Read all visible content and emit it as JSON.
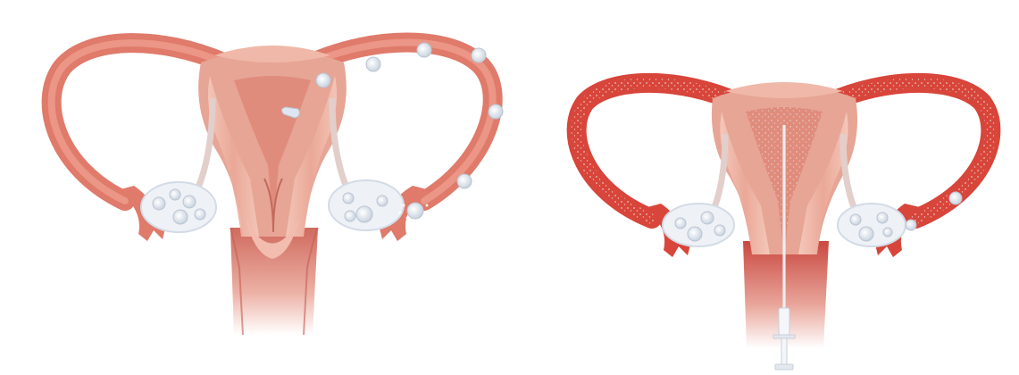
{
  "scene": {
    "panels": [
      {
        "subject": "uterus-natural-fertilization",
        "features": [
          "uterus",
          "fallopian-tubes",
          "ovaries",
          "egg-cells",
          "embryo",
          "cervix",
          "vagina"
        ]
      },
      {
        "subject": "uterus-intrauterine-insemination",
        "features": [
          "uterus",
          "fallopian-tubes",
          "ovaries",
          "egg-cells",
          "sperm",
          "cervix",
          "vagina",
          "insemination-catheter",
          "syringe"
        ]
      }
    ]
  },
  "colors": {
    "tube": "#e07a6a",
    "tube_inner": "#f0a090",
    "tube_red": "#d8453a",
    "uterus_wall": "#e7a595",
    "uterus_muscle": "#f3c3b4",
    "cavity": "#e08c7c",
    "ovary": "#eef1f6",
    "egg": "#dde5ef",
    "background": "#ffffff"
  }
}
